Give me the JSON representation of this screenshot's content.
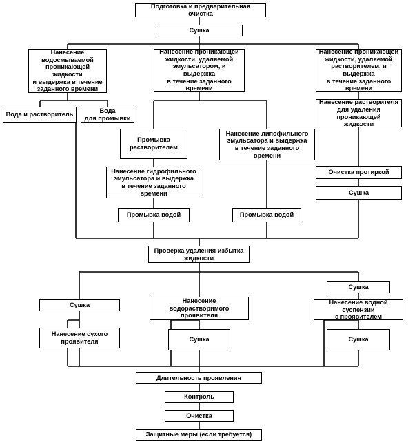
{
  "steps": {
    "prep": "Подготовка и предварительная очистка",
    "dry1": "Сушка",
    "water_washable": "Нанесение\nводосмываемой\nпроникающей жидкости\nи выдержка в течение\nзаданного времени",
    "water_solvent": "Вода и растворитель",
    "water_rinse": "Вода\nдля промывки",
    "emulsifier_removable": "Нанесение проникающей\nжидкости, удаляемой\nэмульсатором, и выдержка\nв течение заданного\nвремени",
    "solvent_wash": "Промывка\nрастворителем",
    "hydrophilic": "Нанесение гидрофильного\nэмульсатора и выдержка\nв течение заданного времени",
    "water_wash_left": "Промывка водой",
    "lipophilic": "Нанесение липофильного\nэмульсатора и выдержка\nв течение заданного времени",
    "water_wash_right": "Промывка водой",
    "solvent_removable": "Нанесение проникающей\nжидкости, удаляемой\nрастворителем, и выдержка\nв течение заданного\nвремени",
    "solvent_apply": "Нанесение растворителя\nдля удаления проникающей\nжидкости",
    "wipe": "Очистка протиркой",
    "dry2": "Сушка",
    "check_excess": "Проверка удаления избытка\nжидкости",
    "dry3": "Сушка",
    "dry_developer": "Нанесение сухого\nпроявителя",
    "water_soluble_dev": "Нанесение водорастворимого\nпроявителя",
    "dry4": "Сушка",
    "dry5": "Сушка",
    "water_suspension_dev": "Нанесение водной суспензии\nс проявителем",
    "dry6": "Сушка",
    "dev_duration": "Длительность проявления",
    "control": "Контроль",
    "cleaning": "Очистка",
    "protection": "Защитные меры (если требуется)"
  }
}
